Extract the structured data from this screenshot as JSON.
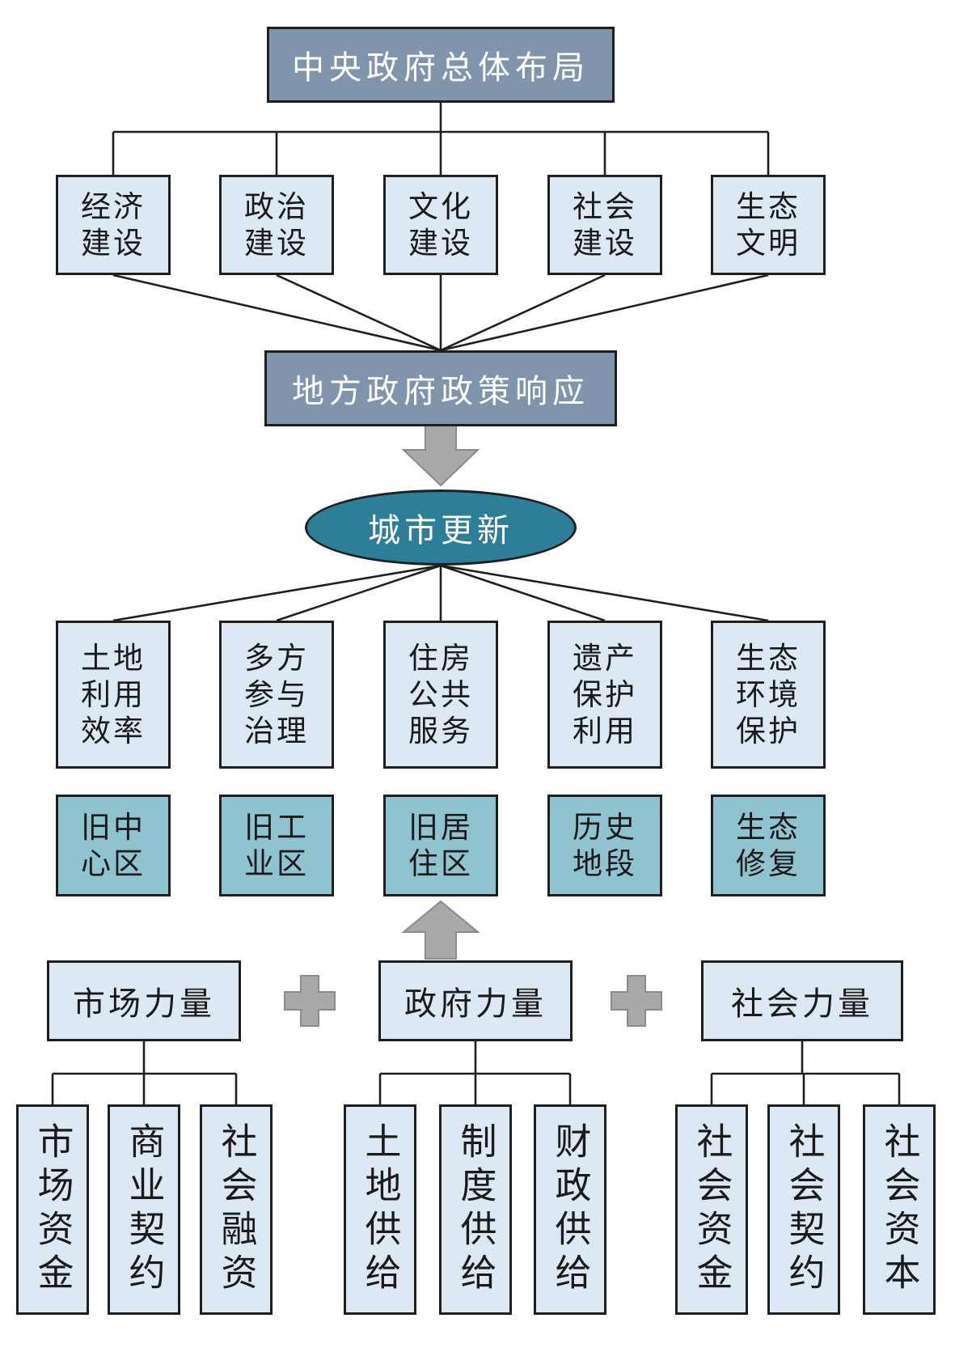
{
  "colors": {
    "canvas": "#ffffff",
    "slate_fill": "#8094ac",
    "light_fill": "#dce8f4",
    "teal_fill": "#8fc3d0",
    "ellipse_fill": "#2e7e97",
    "gray_shape": "#a9a9a9",
    "gray_shape_border": "#8a8a8a",
    "line": "#1f1f1f",
    "text_dark": "#1a1a1a",
    "text_light": "#ffffff"
  },
  "icons": {
    "down_arrow": "block-arrow-down",
    "up_arrow": "block-arrow-up",
    "plus": "plus-sign"
  },
  "nodes": {
    "central": "中央政府总体布局",
    "tier2": [
      "经济\n建设",
      "政治\n建设",
      "文化\n建设",
      "社会\n建设",
      "生态\n文明"
    ],
    "response": "地方政府政策响应",
    "urban_renewal": "城市更新",
    "tier4": [
      "土地\n利用\n效率",
      "多方\n参与\n治理",
      "住房\n公共\n服务",
      "遗产\n保护\n利用",
      "生态\n环境\n保护"
    ],
    "tier5": [
      "旧中\n心区",
      "旧工\n业区",
      "旧居\n住区",
      "历史\n地段",
      "生态\n修复"
    ],
    "forces": [
      "市场力量",
      "政府力量",
      "社会力量"
    ],
    "market_children": [
      "市场资金",
      "商业契约",
      "社会融资"
    ],
    "government_children": [
      "土地供给",
      "制度供给",
      "财政供给"
    ],
    "society_children": [
      "社会资金",
      "社会契约",
      "社会资本"
    ]
  }
}
